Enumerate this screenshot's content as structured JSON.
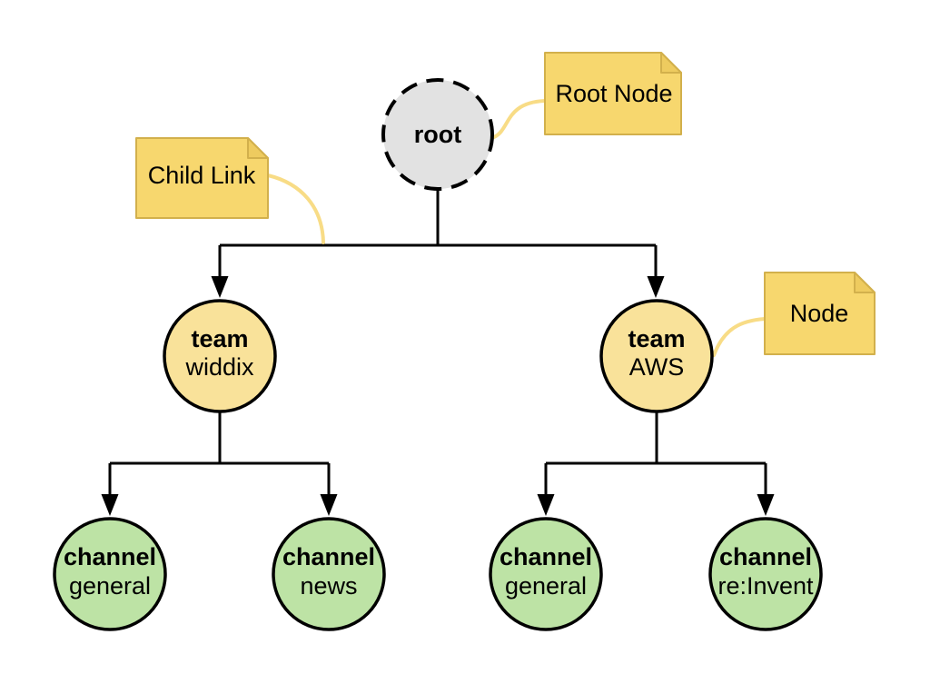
{
  "colors": {
    "background": "#ffffff",
    "line": "#000000",
    "root_fill": "#e2e2e2",
    "team_fill": "#f9e29a",
    "channel_fill": "#bde3a5",
    "note_fill": "#f7d76e",
    "note_border": "#d2b04c",
    "note_fold": "#eecb5f",
    "note_tail": "#f8dc86"
  },
  "nodes": {
    "root": {
      "label": "root"
    },
    "teams": [
      {
        "type": "team",
        "name": "widdix"
      },
      {
        "type": "team",
        "name": "AWS"
      }
    ],
    "channels": [
      {
        "type": "channel",
        "name": "general"
      },
      {
        "type": "channel",
        "name": "news"
      },
      {
        "type": "channel",
        "name": "general"
      },
      {
        "type": "channel",
        "name": "re:Invent"
      }
    ]
  },
  "annotations": [
    {
      "label": "Root Node"
    },
    {
      "label": "Child Link"
    },
    {
      "label": "Node"
    }
  ]
}
